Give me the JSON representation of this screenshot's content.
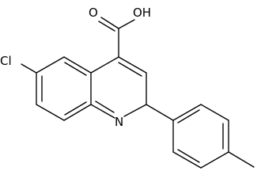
{
  "molecule": {
    "atoms": {
      "oxygen_carbonyl": "O",
      "hydroxyl": "OH",
      "chlorine": "Cl",
      "nitrogen": "N"
    }
  }
}
